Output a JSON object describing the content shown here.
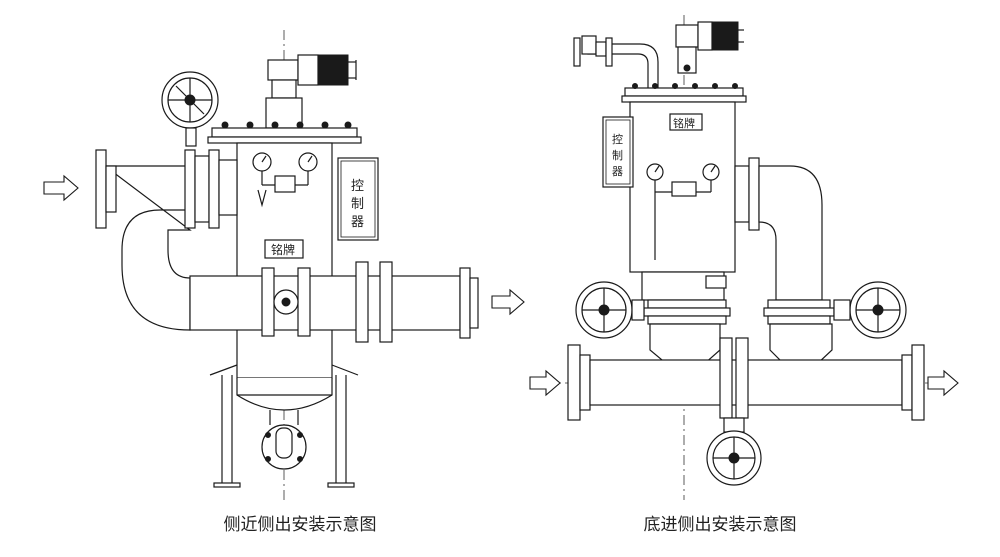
{
  "diagrams": [
    {
      "caption": "侧近侧出安装示意图",
      "controller_label": [
        "控",
        "制",
        "器"
      ],
      "nameplate_label": "铭牌"
    },
    {
      "caption": "底进侧出安装示意图",
      "controller_label": [
        "控",
        "制",
        "器"
      ],
      "nameplate_label": "铭牌"
    }
  ]
}
